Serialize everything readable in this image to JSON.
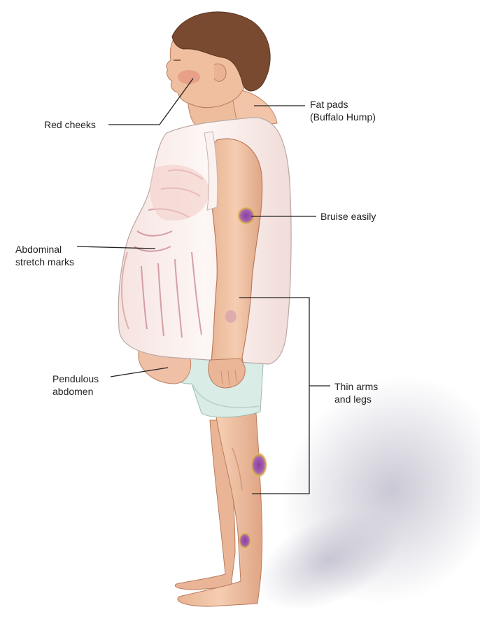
{
  "labels": {
    "red_cheeks": "Red cheeks",
    "fat_pads_line1": "Fat pads",
    "fat_pads_line2": "(Buffalo Hump)",
    "bruise_easily": "Bruise easily",
    "abdominal_line1": "Abdominal",
    "abdominal_line2": "stretch marks",
    "pendulous_line1": "Pendulous",
    "pendulous_line2": "abdomen",
    "thin_line1": "Thin arms",
    "thin_line2": "and legs"
  },
  "colors": {
    "skin": "#f1c4a6",
    "skin_shade": "#dca283",
    "hair": "#7a4a30",
    "undershirt": "#faf4f1",
    "stretch_marks": "#c9848e",
    "shorts": "#d9ece6",
    "bruise": "#9b4fa8",
    "bruise_halo": "#e0b54a",
    "leader_line": "#222222",
    "text": "#222222"
  }
}
